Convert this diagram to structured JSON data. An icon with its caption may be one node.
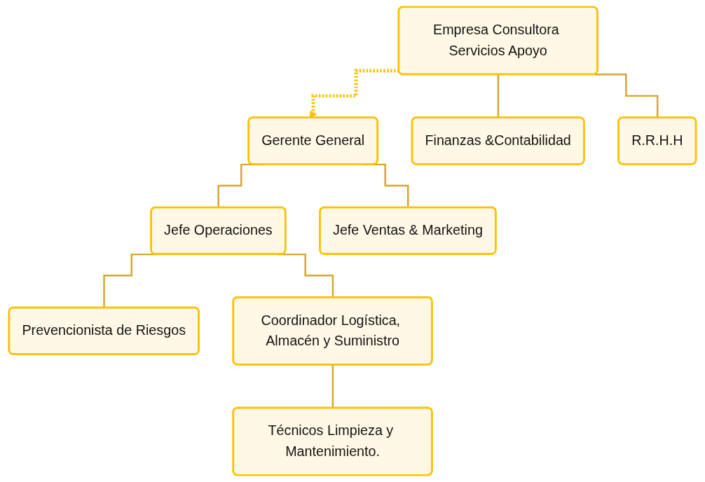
{
  "diagram": {
    "nodes": [
      {
        "text": [
          "Gerente General"
        ]
      },
      {
        "text": [
          "Empresa Consultora Servicios Apoyo"
        ]
      },
      {
        "text": [
          "Jefe Operaciones"
        ]
      },
      {
        "text": [
          "Jefe Ventas & Marketing"
        ]
      },
      {
        "text": [
          "Finanzas &Contabilidad"
        ]
      },
      {
        "text": [
          "R.R.H.H"
        ]
      },
      {
        "text": [
          "Prevencionista de Riesgos"
        ]
      },
      {
        "text": [
          "Coordinador Logística, Almacén y Suministro"
        ]
      },
      {
        "text": [
          "Técnicos Limpieza y Mantenimiento."
        ]
      }
    ],
    "edges": [
      {
        "from": 1,
        "to": 0,
        "arrow": "to",
        "style": "dashed",
        "color": "#ffc000"
      },
      {
        "from": 0,
        "to": 2,
        "arrow": "none"
      },
      {
        "from": 0,
        "to": 3,
        "arrow": "none"
      },
      {
        "from": 1,
        "to": 4,
        "arrow": "none"
      },
      {
        "from": 1,
        "to": 5,
        "arrow": "none"
      },
      {
        "from": 2,
        "to": 6,
        "arrow": "none"
      },
      {
        "from": 2,
        "to": 7,
        "arrow": "none"
      },
      {
        "from": 7,
        "to": 8,
        "arrow": "none"
      }
    ]
  }
}
